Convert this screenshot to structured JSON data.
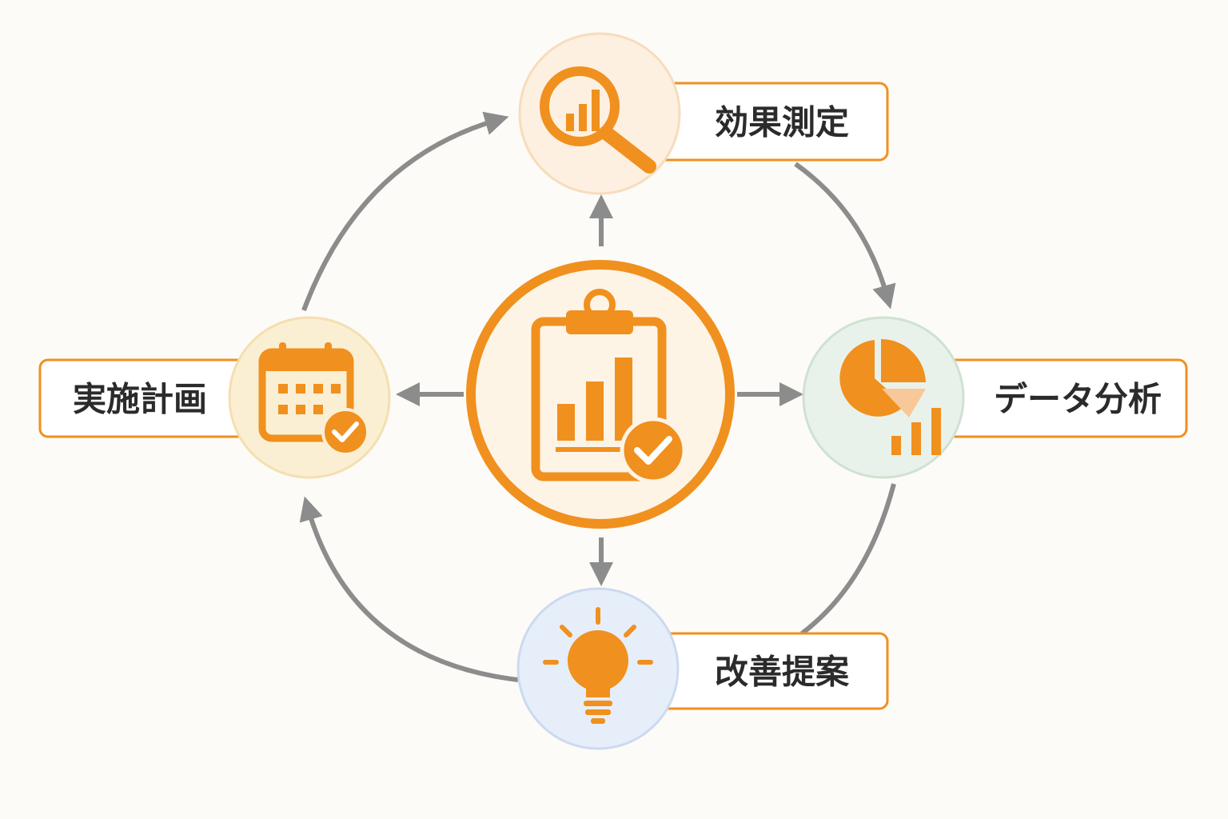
{
  "colors": {
    "accent": "#f0901e",
    "arrow": "#8c8c8c",
    "label_text": "#2b2b2b",
    "background": "#fcfbf7"
  },
  "center": {
    "name": "report-review",
    "icon": "clipboard-chart-check-icon"
  },
  "steps": [
    {
      "id": "measure",
      "label": "効果測定",
      "icon": "magnifier-chart-icon",
      "bg": "#fdf0e0"
    },
    {
      "id": "analyze",
      "label": "データ分析",
      "icon": "pie-chart-icon",
      "bg": "#e9f2ea"
    },
    {
      "id": "propose",
      "label": "改善提案",
      "icon": "lightbulb-icon",
      "bg": "#e6eefa"
    },
    {
      "id": "plan",
      "label": "実施計画",
      "icon": "calendar-check-icon",
      "bg": "#fbefd3"
    }
  ]
}
